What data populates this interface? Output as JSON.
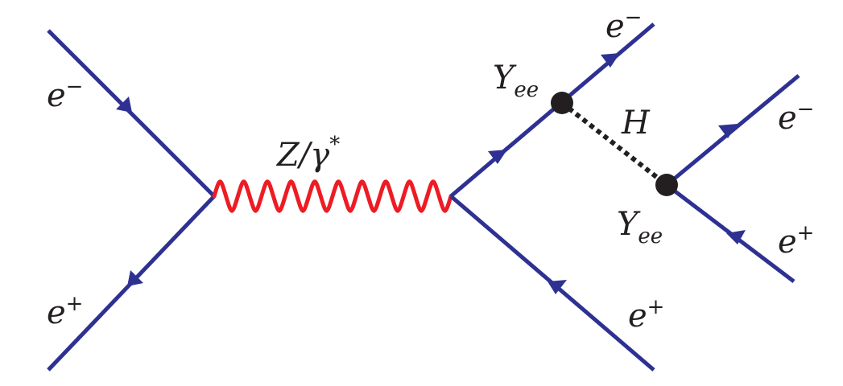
{
  "colors": {
    "fermion": "#2e3192",
    "boson": "#ed1c24",
    "scalar": "#231f20",
    "text": "#231f20"
  },
  "labels": {
    "in_electron": {
      "base": "e",
      "sup": "−"
    },
    "in_positron": {
      "base": "e",
      "sup": "+"
    },
    "propagator": {
      "base": "Z/γ",
      "sup": "*"
    },
    "out_electron": {
      "base": "e",
      "sup": "−"
    },
    "out_positron": {
      "base": "e",
      "sup": "+"
    },
    "coupling_top": {
      "base": "Y",
      "sub": "ee"
    },
    "coupling_bottom": {
      "base": "Y",
      "sub": "ee"
    },
    "higgs": "H",
    "decay_electron": {
      "base": "e",
      "sup": "−"
    },
    "decay_positron": {
      "base": "e",
      "sup": "+"
    }
  }
}
